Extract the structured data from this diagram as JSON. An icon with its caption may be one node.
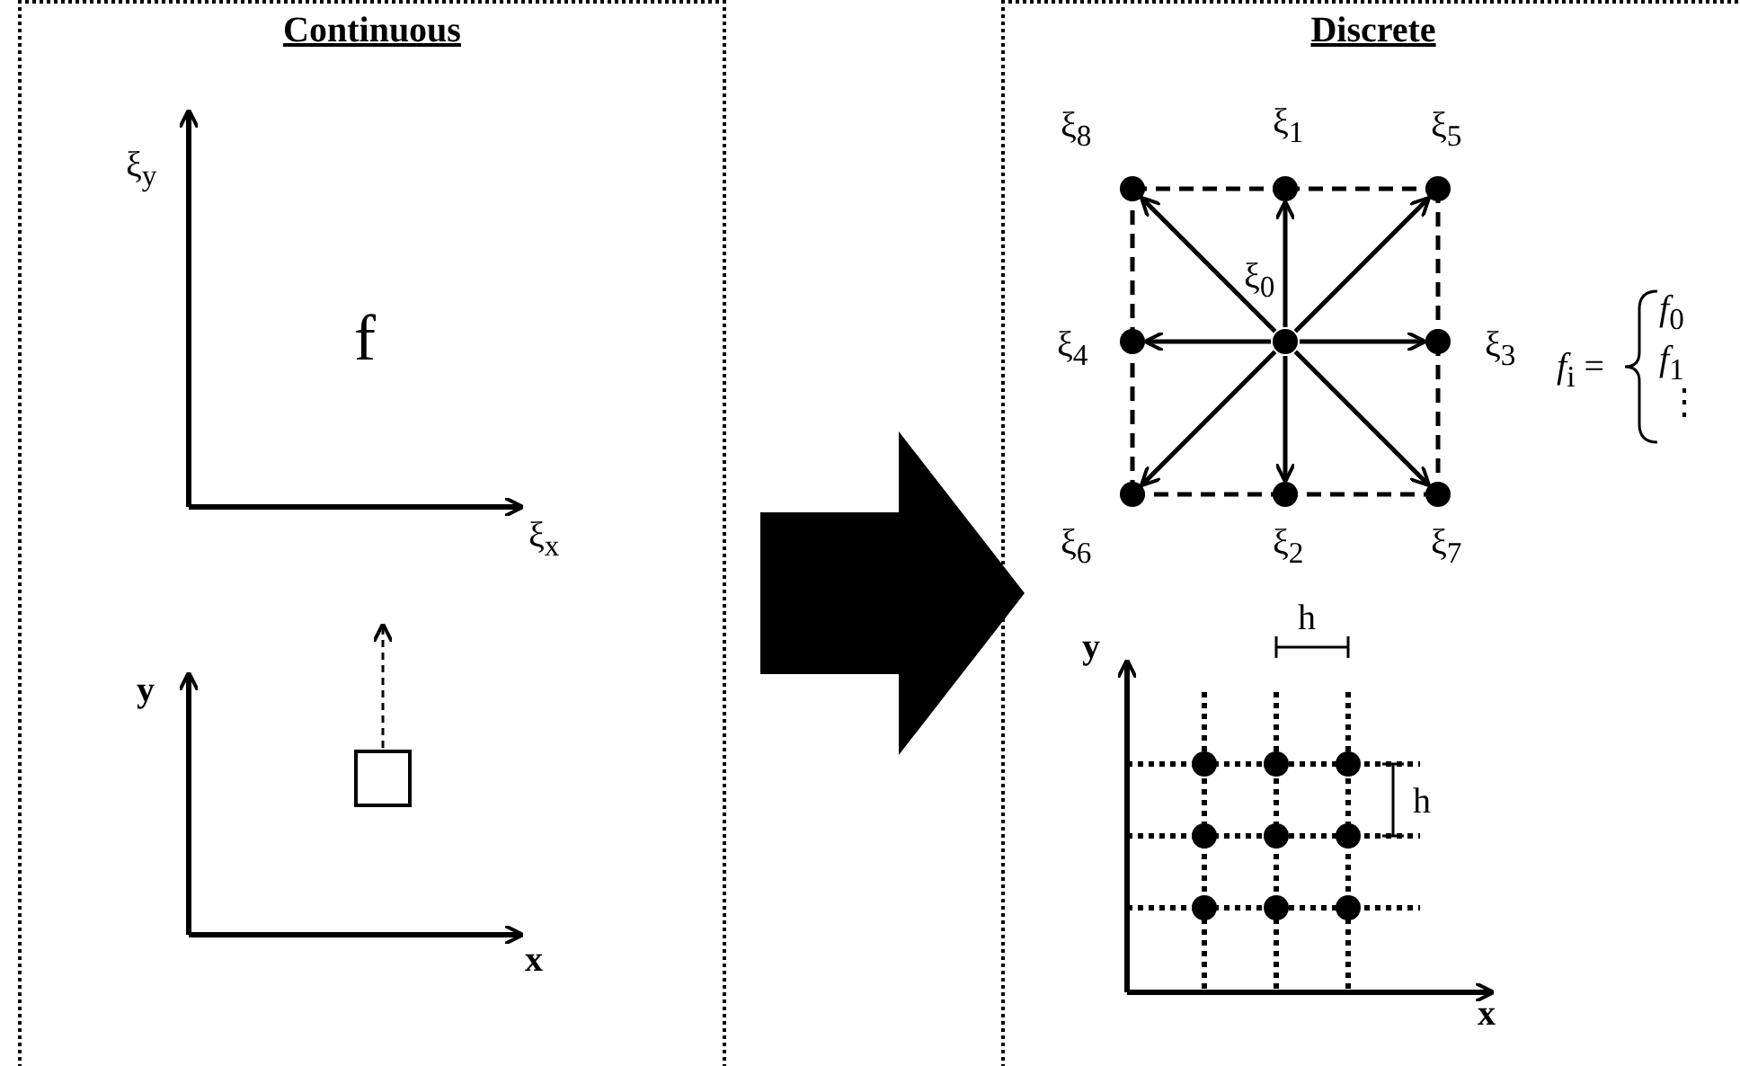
{
  "diagram": {
    "nodes": [
      {
        "text": [
          "Continuous"
        ]
      },
      {
        "text": [
          "Discrete"
        ]
      },
      {
        "text": [
          "ξ$_{8}$"
        ],
        "in": 1
      },
      {
        "text": [
          "ξ$_{1}$"
        ],
        "in": 1
      },
      {
        "text": [
          "ξ$_{5}$"
        ],
        "in": 1
      },
      {
        "text": [
          "ξ$_{0}$"
        ],
        "in": 1
      },
      {
        "text": [
          "ξ$_{4}$"
        ],
        "in": 1
      },
      {
        "text": [
          "ξ$_{3}$"
        ],
        "in": 1
      },
      {
        "text": [
          "ξ$_{6}$"
        ],
        "in": 1
      },
      {
        "text": [
          "ξ$_{2}$"
        ],
        "in": 1
      },
      {
        "text": [
          "ξ$_{7}$"
        ],
        "in": 1
      }
    ],
    "edges": [
      {
        "from": 0,
        "to": 1,
        "arrow": "to",
        "style": "thick"
      },
      {
        "from": 5,
        "to": 3,
        "arrow": "to"
      },
      {
        "from": 5,
        "to": 4,
        "arrow": "to"
      },
      {
        "from": 5,
        "to": 7,
        "arrow": "to"
      },
      {
        "from": 5,
        "to": 10,
        "arrow": "to"
      },
      {
        "from": 5,
        "to": 9,
        "arrow": "to"
      },
      {
        "from": 5,
        "to": 8,
        "arrow": "to"
      },
      {
        "from": 5,
        "to": 6,
        "arrow": "to"
      },
      {
        "from": 5,
        "to": 2,
        "arrow": "to"
      },
      {
        "from": 2,
        "to": 3,
        "arrow": "none",
        "style": "dashed"
      },
      {
        "from": 3,
        "to": 4,
        "arrow": "none",
        "style": "dashed"
      },
      {
        "from": 4,
        "to": 7,
        "arrow": "none",
        "style": "dashed"
      },
      {
        "from": 7,
        "to": 10,
        "arrow": "none",
        "style": "dashed"
      },
      {
        "from": 10,
        "to": 9,
        "arrow": "none",
        "style": "dashed"
      },
      {
        "from": 9,
        "to": 8,
        "arrow": "none",
        "style": "dashed"
      },
      {
        "from": 8,
        "to": 6,
        "arrow": "none",
        "style": "dashed"
      },
      {
        "from": 6,
        "to": 2,
        "arrow": "none",
        "style": "dashed"
      }
    ],
    "labels": [
      "ξ$_{y}$",
      "f",
      "ξ$_{x}$",
      "y",
      "x",
      "*f*$_{i}$ =",
      "*f*$_{0}$",
      "*f*$_{1}$",
      "⋮",
      "h",
      "y",
      "h",
      "x"
    ]
  }
}
